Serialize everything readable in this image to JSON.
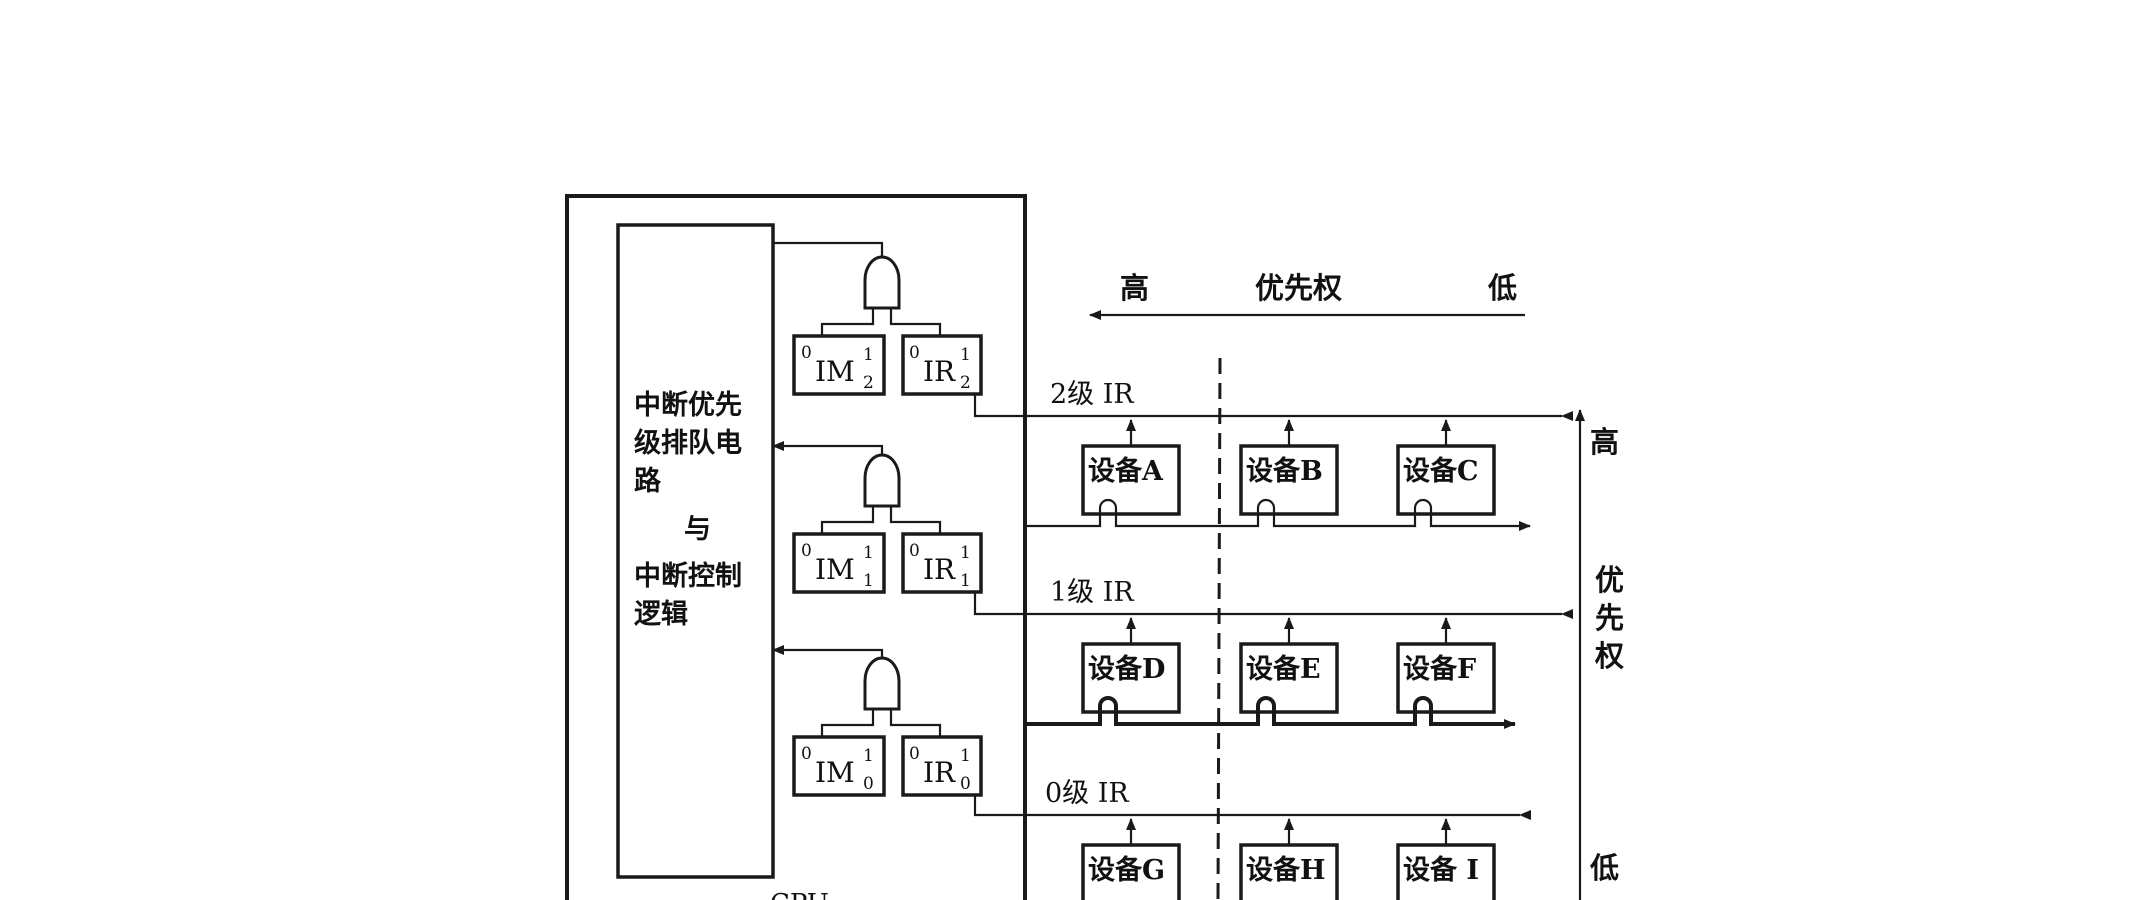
{
  "cpu_block": {
    "label_line1": "中断优先",
    "label_line2": "级排队电",
    "label_line3": "路",
    "label_line4": "与",
    "label_line5": "中断控制",
    "label_line6": "逻辑",
    "bottom_label": "CPU"
  },
  "levels": [
    {
      "ir_label": "2级 IR",
      "im_reg": "IM",
      "ir_reg": "IR",
      "sub": "2",
      "sup": "1",
      "pre": "0",
      "devices": [
        "设备A",
        "设备B",
        "设备C"
      ]
    },
    {
      "ir_label": "1级 IR",
      "im_reg": "IM",
      "ir_reg": "IR",
      "sub": "1",
      "sup": "1",
      "pre": "0",
      "devices": [
        "设备D",
        "设备E",
        "设备F"
      ]
    },
    {
      "ir_label": "0级 IR",
      "im_reg": "IM",
      "ir_reg": "IR",
      "sub": "0",
      "sup": "1",
      "pre": "0",
      "devices": [
        "设备G",
        "设备H",
        "设备 I"
      ]
    }
  ],
  "horizontal_priority": {
    "high": "高",
    "title": "优先权",
    "low": "低"
  },
  "vertical_priority": {
    "high": "高",
    "title1": "优",
    "title2": "先",
    "title3": "权",
    "low": "低"
  }
}
